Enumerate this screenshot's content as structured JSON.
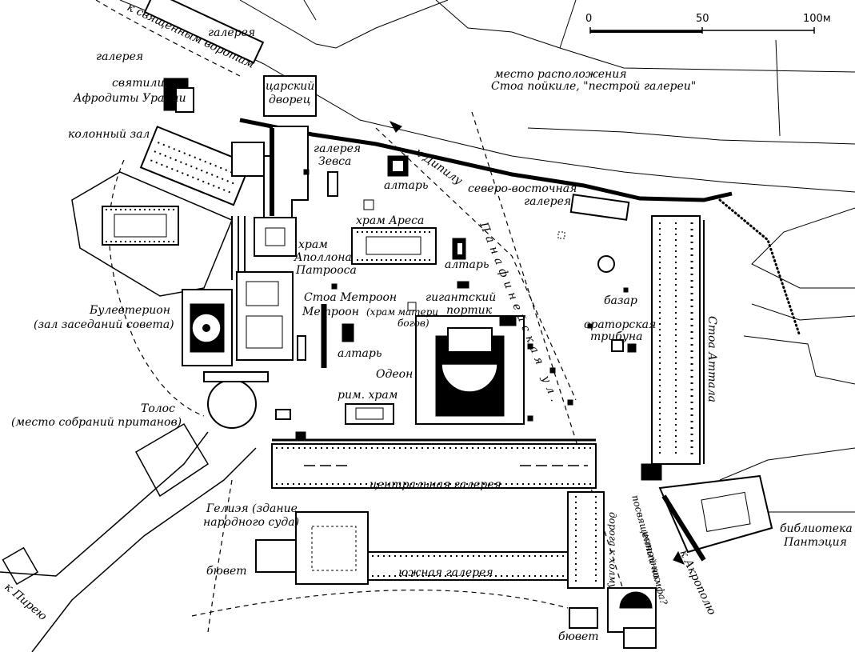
{
  "scale": {
    "ticks": [
      "0",
      "50",
      "100м"
    ]
  },
  "labels": {
    "to_sacred_gate": "к священным воротам",
    "gallery_top": "галерея",
    "gallery_left": "галерея",
    "sanctuary_1": "святилище",
    "sanctuary_2": "Афродиты Урании",
    "royal_1": "царский",
    "royal_2": "дворец",
    "poikile_1": "место расположения",
    "poikile_2": "Стоа пойкиле, \"пестрой галереи\"",
    "colonnade_hall": "колонный зал",
    "zeus_1": "галерея",
    "zeus_2": "Зевса",
    "altar_top": "алтарь",
    "to_dipylon": "к Дипилу",
    "ne_gallery_1": "северо-восточная",
    "ne_gallery_2": "галерея",
    "ares_temple": "храм Ареса",
    "altar_mid": "алтарь",
    "apollo_1": "храм",
    "apollo_2": "Аполлона",
    "apollo_3": "Патрооса",
    "panathenaic": "Панафинейская ул.",
    "stoa_metroon": "Стоа Метроон",
    "metroon": "Метроон",
    "metroon_note_1": "(храм",
    "metroon_note_2": "матери",
    "metroon_note_3": "богов)",
    "giant_1": "гигантский",
    "giant_2": "портик",
    "bazaar": "базар",
    "bouleuterion_1": "Булевтерион",
    "bouleuterion_2": "(зал заседаний совета)",
    "orator_1": "ораторская",
    "orator_2": "трибуна",
    "stoa_attalus": "Стоа Аттала",
    "altar_low": "алтарь",
    "odeon": "Одеон",
    "roman_temple": "рим. храм",
    "tholos_1": "Толос",
    "tholos_2": "(место собраний пританов)",
    "central_gallery": "центральная галерея",
    "heliaia_1": "Гелиэя (здание",
    "heliaia_2": "народного суда)",
    "library_1": "библиотека",
    "library_2": "Пантэция",
    "fountain_left": "бювет",
    "south_gallery": "южная галерея",
    "road_sacred": "дорога к холму",
    "nymph_1": "посвященный нимфа?",
    "nymph_2": "источник",
    "to_acropolis": "к Акрополю",
    "to_piraeus": "к Пирею",
    "fountain_bottom": "бювет"
  }
}
